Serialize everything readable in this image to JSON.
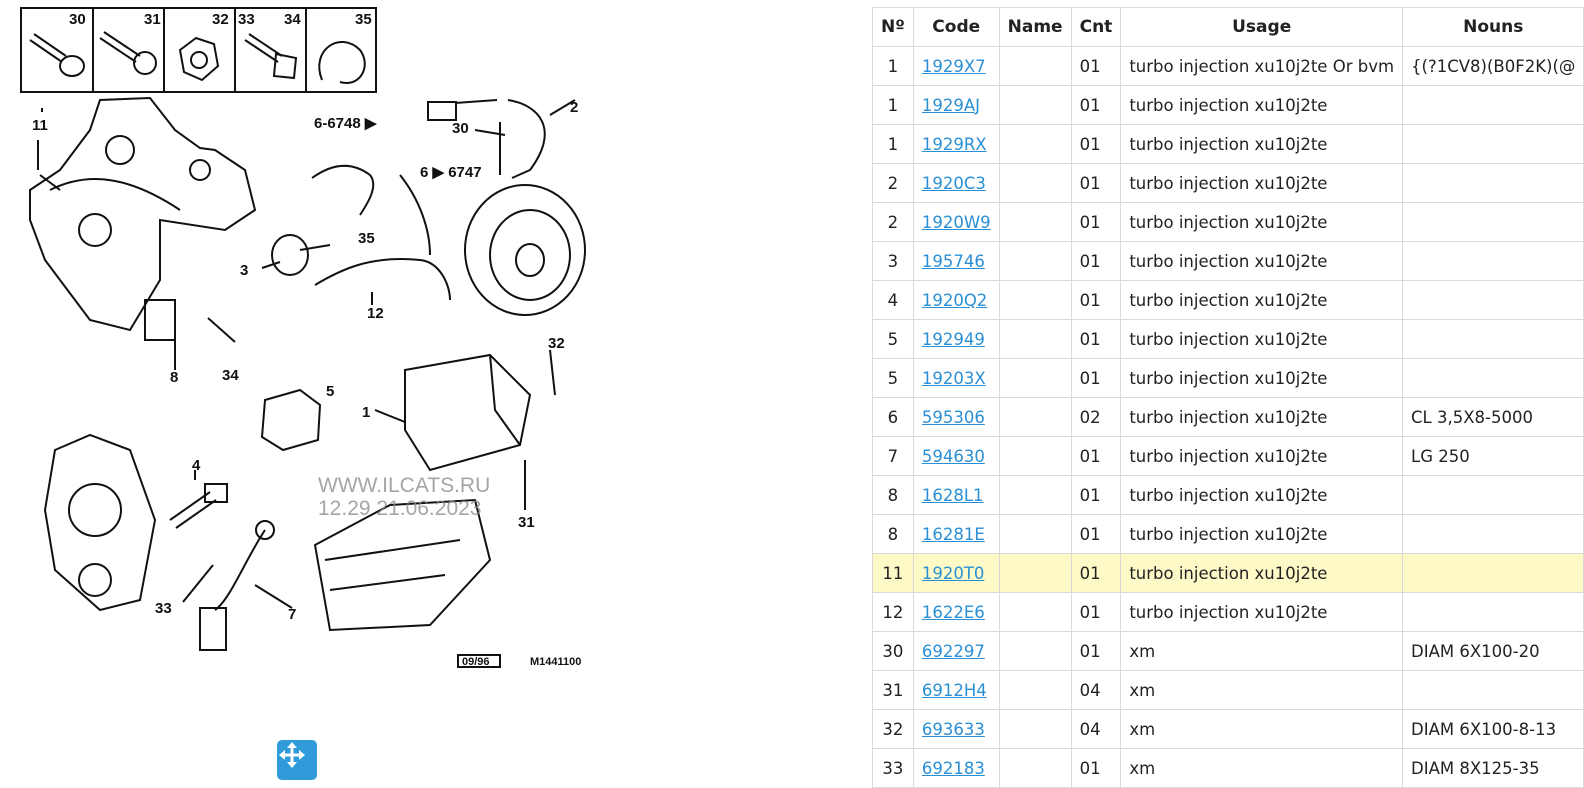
{
  "diagram": {
    "callouts": [
      "30",
      "31",
      "32",
      "33",
      "34",
      "35",
      "11",
      "6-6748 ▶",
      "6 ▶ 6747",
      "30",
      "2",
      "35",
      "3",
      "12",
      "8",
      "34",
      "5",
      "32",
      "1",
      "4",
      "31",
      "33",
      "7"
    ],
    "watermark_line1": "WWW.ILCATS.RU",
    "watermark_line2": "12.29 21.06.2023",
    "date_box": "09/96",
    "ref": "M1441100",
    "move_icon": "move-arrows-icon",
    "accent": "#2f9bd8"
  },
  "table": {
    "headers": [
      "Nº",
      "Code",
      "Name",
      "Cnt",
      "Usage",
      "Nouns"
    ],
    "highlight_color": "#fefac8",
    "link_color": "#2b8fd6",
    "rows": [
      {
        "no": "1",
        "code": "1929X7",
        "name": "",
        "cnt": "01",
        "usage": "turbo injection xu10j2te Or bvm",
        "nouns": "{(?1CV8)(B0F2K)(@"
      },
      {
        "no": "1",
        "code": "1929AJ",
        "name": "",
        "cnt": "01",
        "usage": "turbo injection xu10j2te",
        "nouns": ""
      },
      {
        "no": "1",
        "code": "1929RX",
        "name": "",
        "cnt": "01",
        "usage": "turbo injection xu10j2te",
        "nouns": ""
      },
      {
        "no": "2",
        "code": "1920C3",
        "name": "",
        "cnt": "01",
        "usage": "turbo injection xu10j2te",
        "nouns": ""
      },
      {
        "no": "2",
        "code": "1920W9",
        "name": "",
        "cnt": "01",
        "usage": "turbo injection xu10j2te",
        "nouns": ""
      },
      {
        "no": "3",
        "code": "195746",
        "name": "",
        "cnt": "01",
        "usage": "turbo injection xu10j2te",
        "nouns": ""
      },
      {
        "no": "4",
        "code": "1920Q2",
        "name": "",
        "cnt": "01",
        "usage": "turbo injection xu10j2te",
        "nouns": ""
      },
      {
        "no": "5",
        "code": "192949",
        "name": "",
        "cnt": "01",
        "usage": "turbo injection xu10j2te",
        "nouns": ""
      },
      {
        "no": "5",
        "code": "19203X",
        "name": "",
        "cnt": "01",
        "usage": "turbo injection xu10j2te",
        "nouns": ""
      },
      {
        "no": "6",
        "code": "595306",
        "name": "",
        "cnt": "02",
        "usage": "turbo injection xu10j2te",
        "nouns": "CL 3,5X8-5000"
      },
      {
        "no": "7",
        "code": "594630",
        "name": "",
        "cnt": "01",
        "usage": "turbo injection xu10j2te",
        "nouns": "LG 250"
      },
      {
        "no": "8",
        "code": "1628L1",
        "name": "",
        "cnt": "01",
        "usage": "turbo injection xu10j2te",
        "nouns": ""
      },
      {
        "no": "8",
        "code": "16281E",
        "name": "",
        "cnt": "01",
        "usage": "turbo injection xu10j2te",
        "nouns": ""
      },
      {
        "no": "11",
        "code": "1920T0",
        "name": "",
        "cnt": "01",
        "usage": "turbo injection xu10j2te",
        "nouns": "",
        "highlight": true
      },
      {
        "no": "12",
        "code": "1622E6",
        "name": "",
        "cnt": "01",
        "usage": "turbo injection xu10j2te",
        "nouns": ""
      },
      {
        "no": "30",
        "code": "692297",
        "name": "",
        "cnt": "01",
        "usage": "xm",
        "nouns": "DIAM 6X100-20"
      },
      {
        "no": "31",
        "code": "6912H4",
        "name": "",
        "cnt": "04",
        "usage": "xm",
        "nouns": ""
      },
      {
        "no": "32",
        "code": "693633",
        "name": "",
        "cnt": "04",
        "usage": "xm",
        "nouns": "DIAM 6X100-8-13"
      },
      {
        "no": "33",
        "code": "692183",
        "name": "",
        "cnt": "01",
        "usage": "xm",
        "nouns": "DIAM 8X125-35"
      }
    ]
  }
}
